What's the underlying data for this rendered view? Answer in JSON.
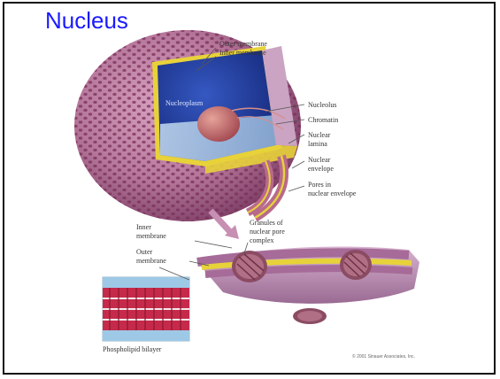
{
  "slide": {
    "title": "Nucleus"
  },
  "diagram": {
    "labels": {
      "outer_membrane": "Outer membrane",
      "inner_membrane_top": "Inner membrane",
      "nucleoplasm": "Nucleoplasm",
      "nucleolus": "Nucleolus",
      "chromatin": "Chromatin",
      "nuclear_lamina_1": "Nuclear",
      "nuclear_lamina_2": "lamina",
      "nuclear_envelope_1": "Nuclear",
      "nuclear_envelope_2": "envelope",
      "pores_1": "Pores in",
      "pores_2": "nuclear envelope",
      "granules_1": "Granules of",
      "granules_2": "nuclear pore",
      "granules_3": "complex",
      "inner_membrane_1": "Inner",
      "inner_membrane_2": "membrane",
      "outer_membrane_1": "Outer",
      "outer_membrane_2": "membrane",
      "phospholipid_bilayer": "Phospholipid bilayer",
      "copyright": "© 2001 Sinauer Associates, Inc."
    },
    "colors": {
      "title": "#1a1aff",
      "envelope": "#b5769a",
      "envelope_dark": "#7e3f66",
      "nucleoplasm": "#1f3fa8",
      "nucleolus": "#c46a6a",
      "membrane_yellow": "#e7d23a",
      "bilayer_red": "#c62a4a",
      "bilayer_blue": "#9ec9e6"
    }
  }
}
